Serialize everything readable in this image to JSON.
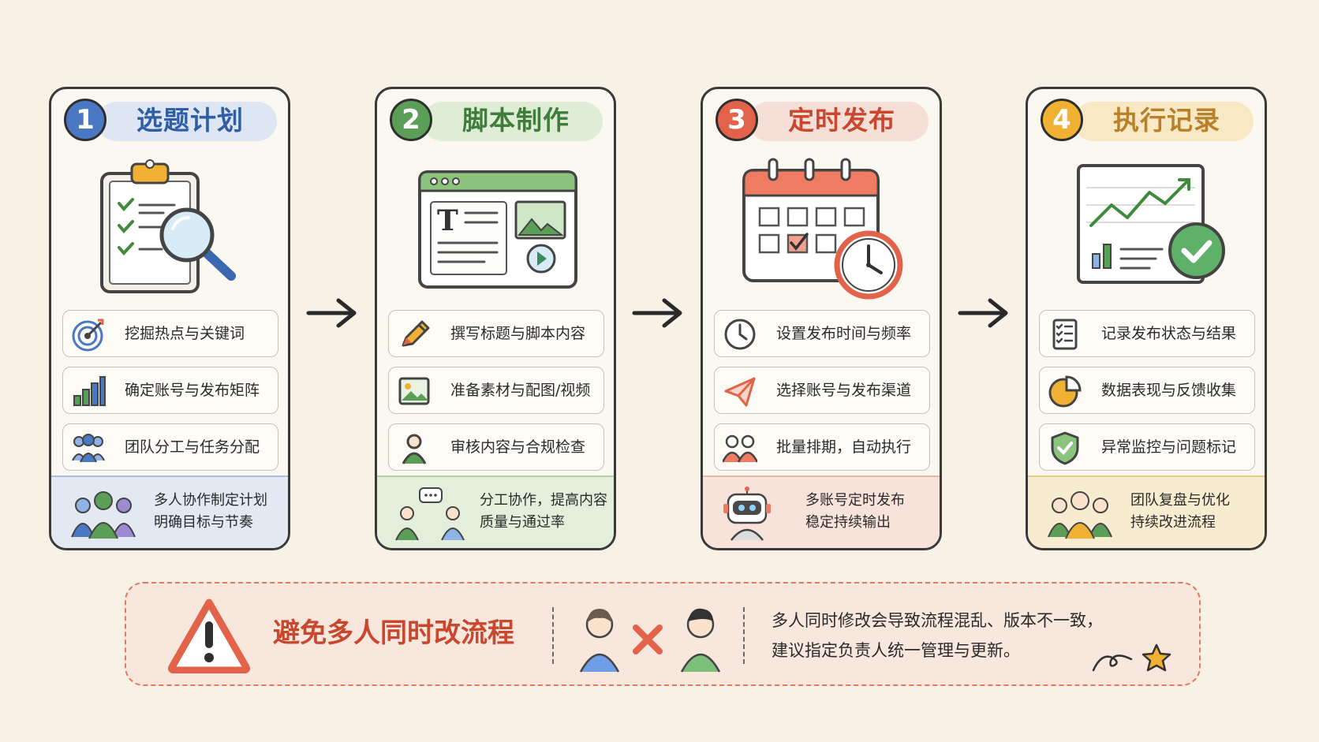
{
  "colors": {
    "background": "#f7f1e6",
    "blue": "#4a78c2",
    "green": "#5b9e57",
    "red": "#e3634a",
    "yellow": "#f0b133"
  },
  "steps": [
    {
      "number": "1",
      "title": "选题计划",
      "illustration": "clipboard-magnifier-icon",
      "items": [
        {
          "icon": "target-icon",
          "label": "挖掘热点与关键词"
        },
        {
          "icon": "bar-chart-icon",
          "label": "确定账号与发布矩阵"
        },
        {
          "icon": "team-icon",
          "label": "团队分工与任务分配"
        }
      ],
      "footer": {
        "icon": "team-group-icon",
        "line1": "多人协作制定计划",
        "line2": "明确目标与节奏"
      }
    },
    {
      "number": "2",
      "title": "脚本制作",
      "illustration": "editor-window-icon",
      "items": [
        {
          "icon": "pencil-icon",
          "label": "撰写标题与脚本内容"
        },
        {
          "icon": "image-icon",
          "label": "准备素材与配图/视频"
        },
        {
          "icon": "reviewer-icon",
          "label": "审核内容与合规检查"
        }
      ],
      "footer": {
        "icon": "discussion-icon",
        "line1": "分工协作，提高内容",
        "line2": "质量与通过率"
      }
    },
    {
      "number": "3",
      "title": "定时发布",
      "illustration": "calendar-clock-icon",
      "items": [
        {
          "icon": "clock-icon",
          "label": "设置发布时间与频率"
        },
        {
          "icon": "paper-plane-icon",
          "label": "选择账号与发布渠道"
        },
        {
          "icon": "batch-users-icon",
          "label": "批量排期，自动执行"
        }
      ],
      "footer": {
        "icon": "robot-icon",
        "line1": "多账号定时发布",
        "line2": "稳定持续输出"
      }
    },
    {
      "number": "4",
      "title": "执行记录",
      "illustration": "chart-check-icon",
      "items": [
        {
          "icon": "checklist-icon",
          "label": "记录发布状态与结果"
        },
        {
          "icon": "pie-chart-icon",
          "label": "数据表现与反馈收集"
        },
        {
          "icon": "shield-check-icon",
          "label": "异常监控与问题标记"
        }
      ],
      "footer": {
        "icon": "team-group-icon",
        "line1": "团队复盘与优化",
        "line2": "持续改进流程"
      }
    }
  ],
  "warning": {
    "icon": "warning-triangle-icon",
    "title": "避免多人同时改流程",
    "line1": "多人同时修改会导致流程混乱、版本不一致，",
    "line2": "建议指定负责人统一管理与更新。"
  }
}
